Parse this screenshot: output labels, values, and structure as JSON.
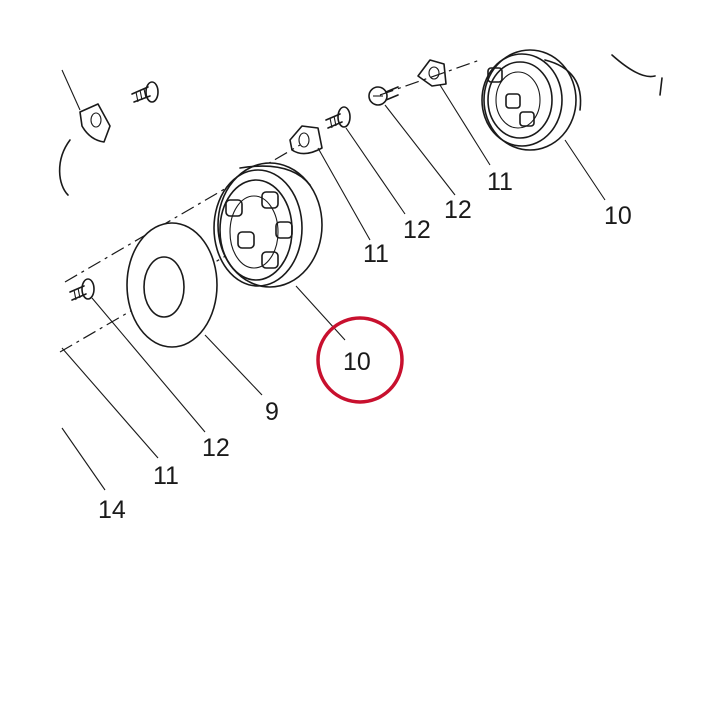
{
  "callouts": {
    "c10_right": "10",
    "c11_top": "11",
    "c12_top": "12",
    "c11_mid": "11",
    "c12_mid": "12",
    "c10_center": "10",
    "c9": "9",
    "c12_left": "12",
    "c11_left": "11",
    "c14": "14"
  },
  "highlight": {
    "color": "#c8102e",
    "target": "10"
  }
}
